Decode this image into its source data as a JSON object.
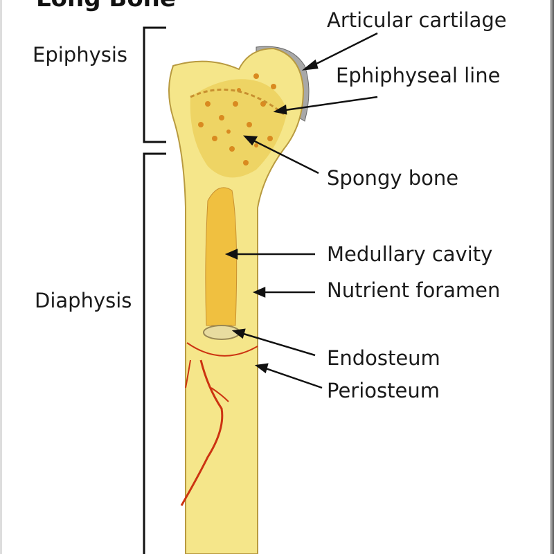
{
  "title": "Long Bone",
  "regions": {
    "epiphysis": "Epiphysis",
    "diaphysis": "Diaphysis"
  },
  "labels": [
    "Articular cartilage",
    "Ephiphyseal line",
    "Spongy bone",
    "Medullary cavity",
    "Nutrient foramen",
    "Endosteum",
    "Periosteum"
  ],
  "colors": {
    "bone": "#f5e68a",
    "spongy": "#e0a030",
    "vessel": "#cc3311",
    "cartilage": "#a8a8a8"
  }
}
